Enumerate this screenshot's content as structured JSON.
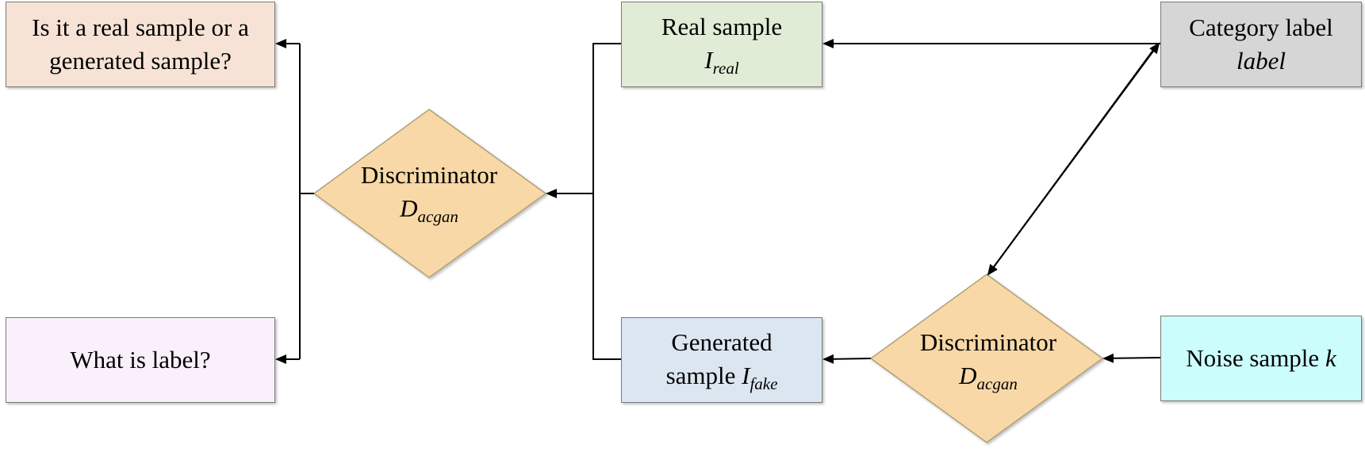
{
  "nodes": {
    "question1": {
      "line1": "Is it a real sample or a",
      "line2": "generated sample?",
      "fill": "#f6e3d5"
    },
    "question2": {
      "line1": "What is label?",
      "fill": "#f9f0fb"
    },
    "real_sample": {
      "line1": "Real sample",
      "symbol": "I",
      "subscript": "real",
      "fill": "#e1ecd6"
    },
    "generated_sample": {
      "line1": "Generated",
      "line2_prefix": "sample ",
      "symbol": "I",
      "subscript": "fake",
      "fill": "#dce6f1"
    },
    "category_label": {
      "line1": "Category label",
      "line2": "label",
      "fill": "#d6d6d6"
    },
    "noise_sample": {
      "text": "Noise sample ",
      "symbol": "k",
      "fill": "#ccfdfd"
    },
    "discriminator_left": {
      "line1": "Discriminator",
      "symbol": "D",
      "subscript": "acgan",
      "fill": "#f8d8a6"
    },
    "discriminator_right": {
      "line1": "Discriminator",
      "symbol": "D",
      "subscript": "acgan",
      "fill": "#f8d8a6"
    }
  },
  "colors": {
    "line": "#000000",
    "box_border": "#7a7a7a",
    "diamond_border": "#b0a07a"
  }
}
